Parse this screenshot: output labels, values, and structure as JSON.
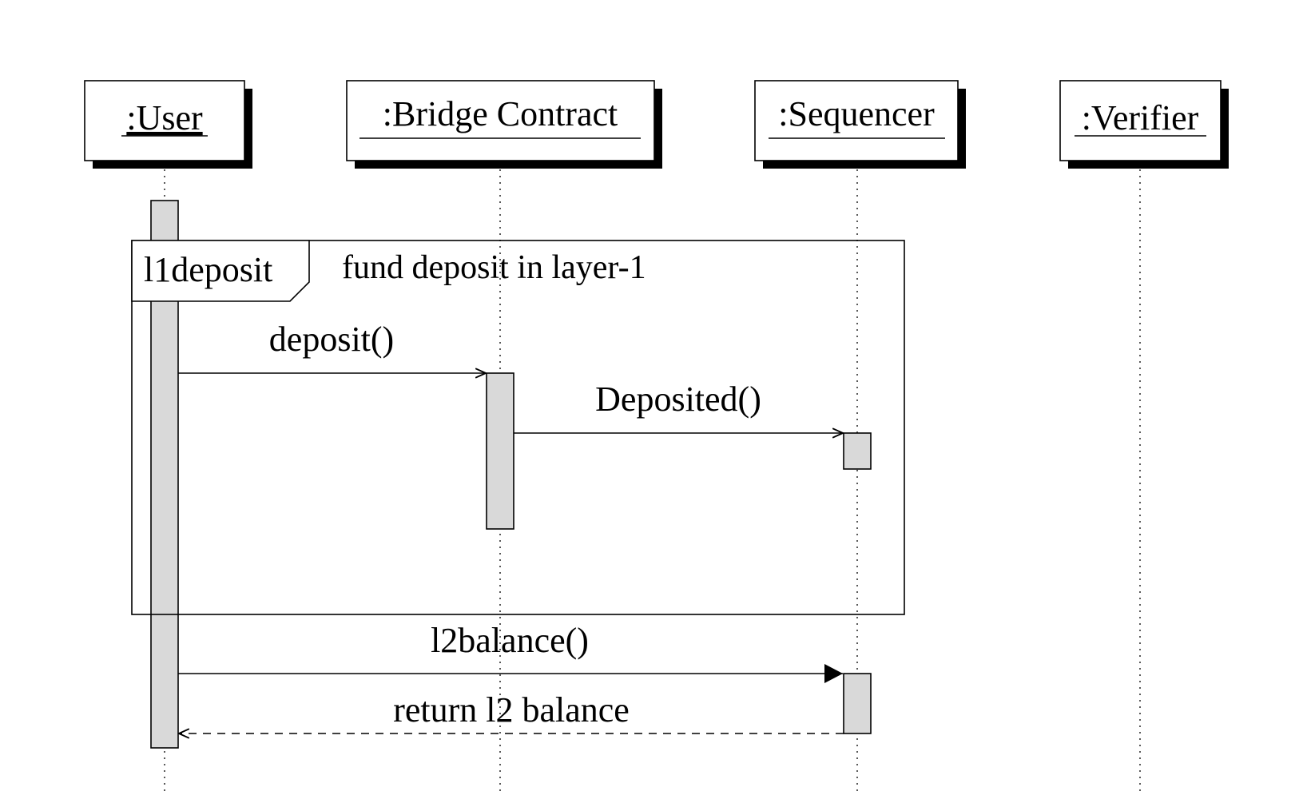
{
  "participants": [
    {
      "id": "user",
      "label": ":User"
    },
    {
      "id": "bridge",
      "label": ":Bridge Contract"
    },
    {
      "id": "sequencer",
      "label": ":Sequencer"
    },
    {
      "id": "verifier",
      "label": ":Verifier"
    }
  ],
  "fragment": {
    "tag": "l1deposit",
    "title": "fund deposit in layer-1"
  },
  "messages": [
    {
      "id": "deposit",
      "label": "deposit()",
      "from": "user",
      "to": "bridge",
      "style": "open-arrow"
    },
    {
      "id": "deposited",
      "label": "Deposited()",
      "from": "bridge",
      "to": "sequencer",
      "style": "open-arrow"
    },
    {
      "id": "l2balance",
      "label": "l2balance()",
      "from": "user",
      "to": "sequencer",
      "style": "filled-arrow"
    },
    {
      "id": "return-l2-balance",
      "label": "return l2 balance",
      "from": "sequencer",
      "to": "user",
      "style": "dashed-return"
    }
  ],
  "colors": {
    "activation_fill": "#d9d9d9",
    "stroke": "#000000",
    "background": "#ffffff"
  }
}
